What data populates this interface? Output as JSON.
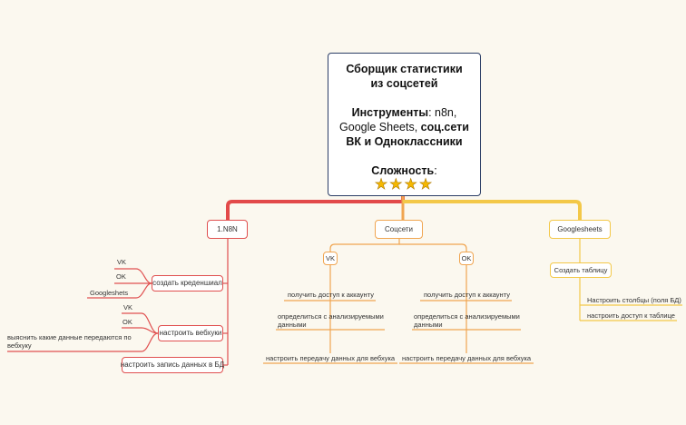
{
  "root": {
    "title_line1": "Сборщик статистики",
    "title_line2": "из соцсетей",
    "tools_label": "Инструменты",
    "tools_text1": ": n8n,",
    "tools_text2": "Google Sheets,",
    "tools_bold": "соц.сети",
    "tools_line3": "ВК и Одноклассники",
    "difficulty_label": "Сложность",
    "difficulty_colon": ":",
    "difficulty_stars": "★★★★"
  },
  "branches": {
    "n8n": {
      "label": "1.N8N",
      "credentials": {
        "label": "создать креденшиал",
        "leaves": [
          "VK",
          "OK",
          "Googleshets"
        ]
      },
      "webhooks": {
        "label": "настроить вебхуки",
        "leaves": [
          "VK",
          "OK",
          "выяснить какие данные передаются по вебхуку"
        ]
      },
      "db_write": {
        "label": "настроить запись данных в БД"
      }
    },
    "social": {
      "label": "Соцсети",
      "vk": {
        "label": "VK",
        "leaves": [
          "получить доступ к аккаунту",
          "определиться с анализируемыми данными",
          "настроить передачу данных для вебхука"
        ]
      },
      "ok": {
        "label": "OK",
        "leaves": [
          "получить доступ к аккаунту",
          "определиться с анализируемыми данными",
          "настроить передачу данных для вебхука"
        ]
      }
    },
    "sheets": {
      "label": "Googlesheets",
      "create_table": {
        "label": "Создать таблицу",
        "leaves": [
          "Настроить столбцы (поля БД)",
          "настроить доступ к таблице"
        ]
      }
    }
  },
  "colors": {
    "red": "#e05050",
    "orange": "#f0a550",
    "yellow": "#f3c848",
    "root_border": "#2c3e66",
    "background": "#fbf8ef"
  }
}
